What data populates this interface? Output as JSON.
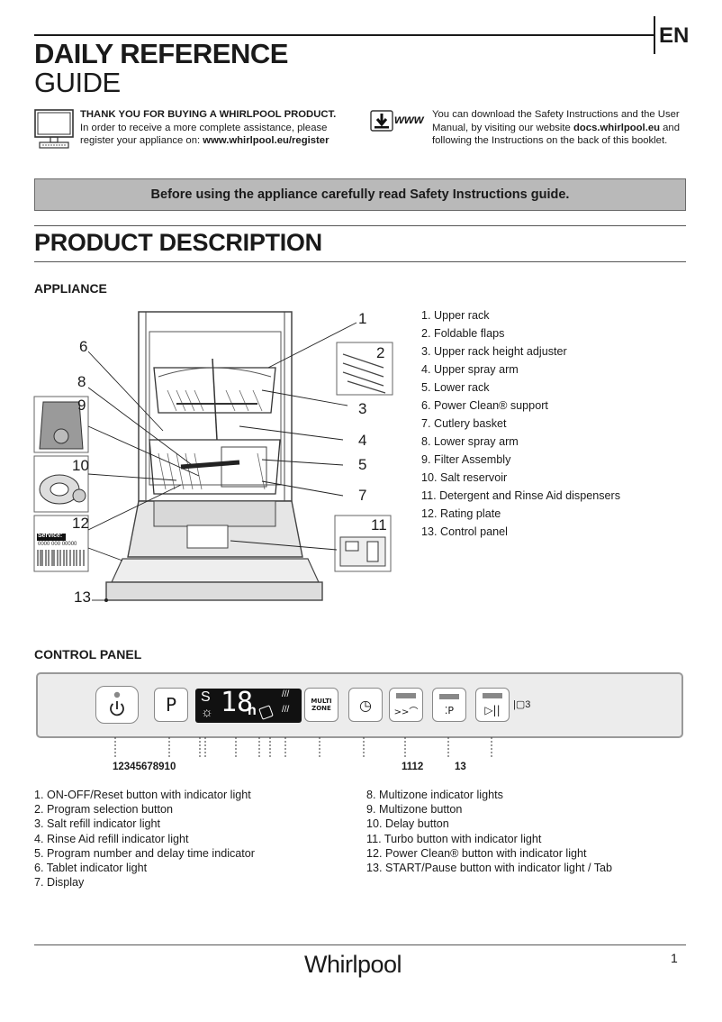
{
  "header": {
    "language": "EN",
    "title_line1": "DAILY REFERENCE",
    "title_line2": "GUIDE"
  },
  "intro_left": {
    "bold_line": "THANK YOU FOR BUYING A WHIRLPOOL PRODUCT.",
    "line2": "In order to receive a more complete assistance, please",
    "line3_prefix": "register your appliance on: ",
    "link": "www.whirlpool.eu/register"
  },
  "intro_right": {
    "icon_text": "www",
    "line1": "You can download the Safety Instructions and the User",
    "line2_prefix": "Manual, by visiting our website ",
    "link": "docs.whirlpool.eu",
    "line2_suffix": " and",
    "line3": "following the Instructions on the back of this booklet."
  },
  "banner": "Before using the appliance carefully read Safety Instructions guide.",
  "section_title": "PRODUCT  DESCRIPTION",
  "appliance": {
    "heading": "APPLIANCE",
    "items": [
      "1.  Upper rack",
      "2.  Foldable flaps",
      "3.  Upper rack height adjuster",
      "4.  Upper spray arm",
      "5.  Lower rack",
      "6.  Power Clean® support",
      "7.  Cutlery basket",
      "8.  Lower spray arm",
      "9.  Filter Assembly",
      "10.  Salt reservoir",
      "11.  Detergent and Rinse Aid dispensers",
      "12.  Rating plate",
      "13.  Control panel"
    ],
    "callouts": [
      "1",
      "2",
      "3",
      "4",
      "5",
      "6",
      "7",
      "8",
      "9",
      "10",
      "11",
      "12",
      "13"
    ],
    "rating_plate": {
      "service_label": "Service:",
      "code": "0000 000 00000"
    }
  },
  "control_panel": {
    "heading": "CONTROL PANEL",
    "program_button": "P",
    "multizone_line1": "MULTI",
    "multizone_line2": "ZONE",
    "display_digits": "18",
    "display_unit": "h",
    "callout_group1": "12345678910",
    "callout_group2": "1112",
    "callout_group3": "13",
    "items_left": [
      "1.  ON-OFF/Reset button with indicator light",
      "2.  Program selection button",
      "3.  Salt refill indicator light",
      "4.  Rinse Aid refill indicator light",
      "5.  Program number and delay time indicator",
      "6.  Tablet indicator light",
      "7.  Display"
    ],
    "items_right": [
      "8.  Multizone indicator lights",
      "9.  Multizone button",
      "10.  Delay button",
      "11.  Turbo button with indicator light",
      "12.  Power Clean® button with indicator light",
      "13.  START/Pause button with indicator light / Tab"
    ]
  },
  "footer": {
    "logo": "Whirlpool",
    "page_number": "1"
  }
}
